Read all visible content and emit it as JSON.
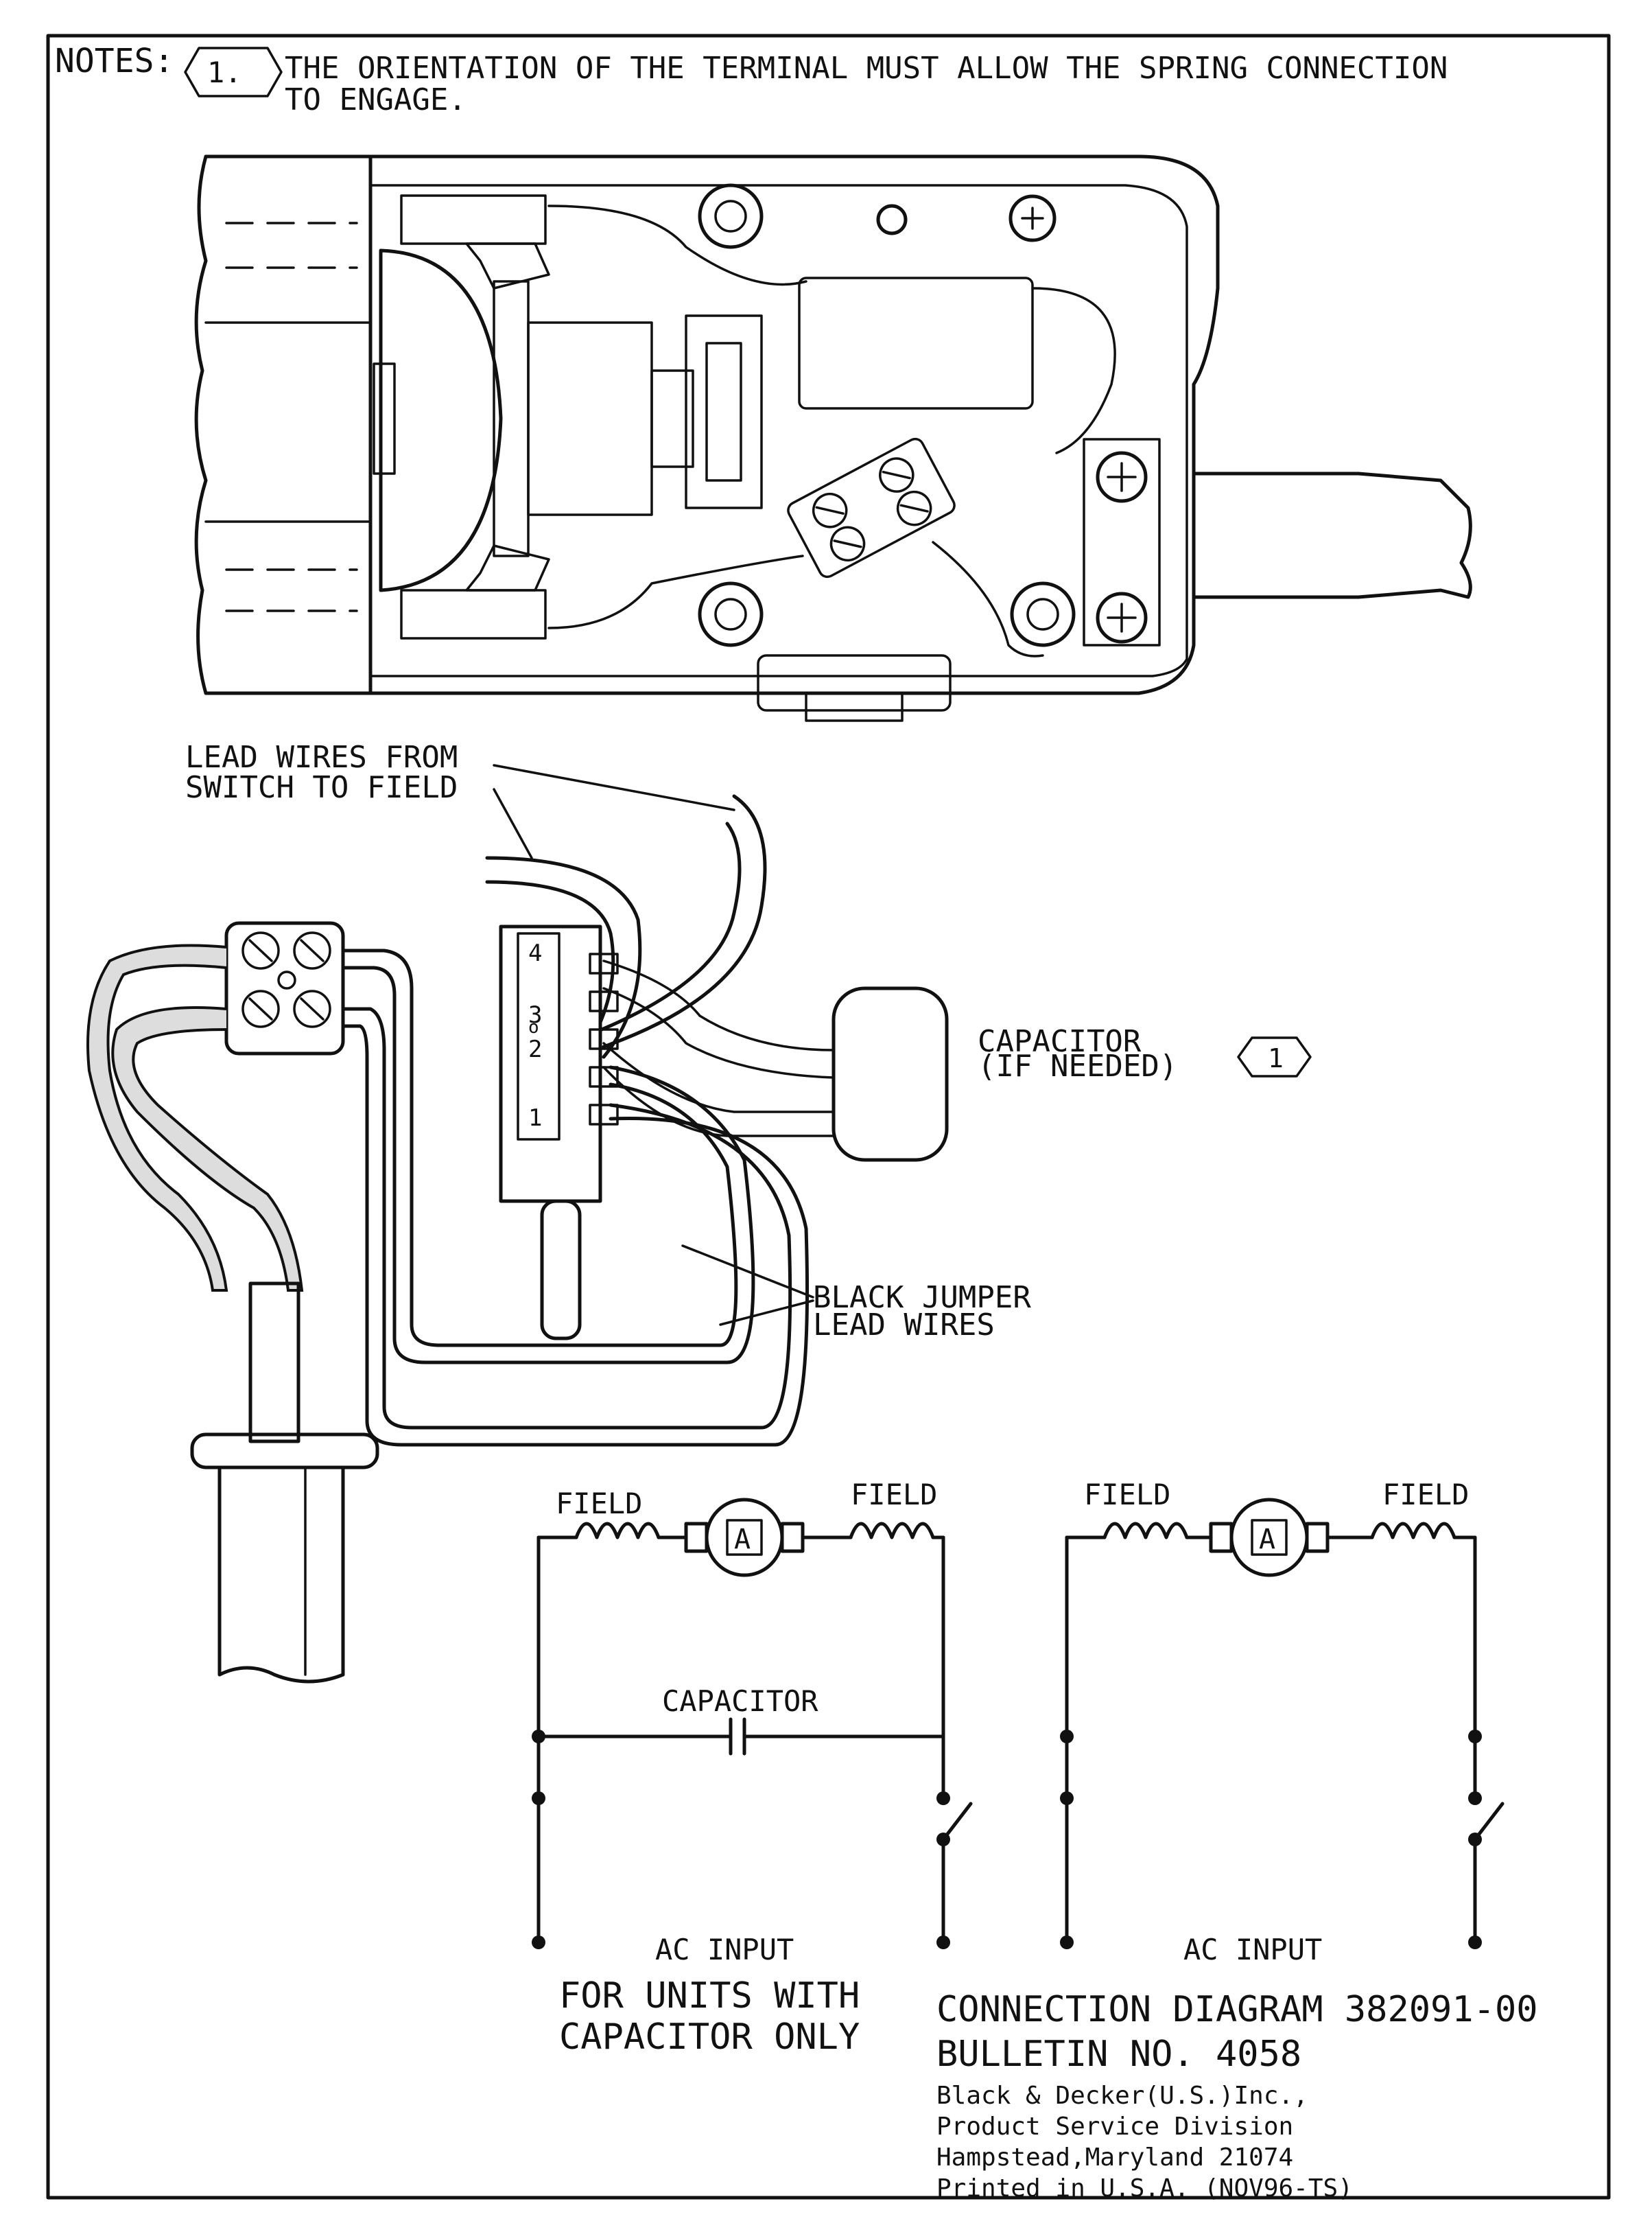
{
  "notes": {
    "label": "NOTES:",
    "number": "1.",
    "line1": "THE ORIENTATION OF THE TERMINAL MUST ALLOW THE SPRING CONNECTION",
    "line2": "TO ENGAGE."
  },
  "wiring": {
    "lead_wires_line1": "LEAD WIRES FROM",
    "lead_wires_line2": "SWITCH TO FIELD",
    "capacitor_line1": "CAPACITOR",
    "capacitor_line2": "(IF NEEDED)",
    "capacitor_note_ref": "1",
    "jumper_line1": "BLACK JUMPER",
    "jumper_line2": "LEAD WIRES",
    "switch_terminals": [
      "4",
      "3",
      "2",
      "o",
      "1"
    ]
  },
  "schematic_left": {
    "field_left": "FIELD",
    "field_right": "FIELD",
    "armature": "A",
    "capacitor": "CAPACITOR",
    "input": "AC INPUT",
    "caption_line1": "FOR UNITS WITH",
    "caption_line2": "CAPACITOR ONLY"
  },
  "schematic_right": {
    "field_left": "FIELD",
    "field_right": "FIELD",
    "armature": "A",
    "input": "AC INPUT"
  },
  "title_block": {
    "diagram": "CONNECTION DIAGRAM 382091-00",
    "bulletin": "BULLETIN NO.  4058",
    "company": "Black & Decker(U.S.)Inc.,",
    "division": "Product Service Division",
    "address": "Hampstead,Maryland 21074",
    "printed": "Printed in U.S.A.  (NOV96-TS)"
  }
}
